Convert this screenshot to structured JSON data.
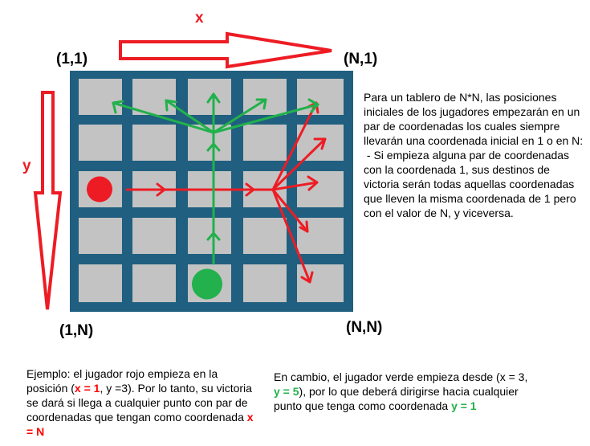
{
  "axes": {
    "x_label": "x",
    "y_label": "y",
    "arrow_color": "#ed1c24"
  },
  "corners": {
    "top_left": "(1,1)",
    "top_right": "(N,1)",
    "bottom_left": "(1,N)",
    "bottom_right": "(N,N)"
  },
  "board": {
    "size": 5,
    "cell_color": "#c3c3c3",
    "grid_color": "#205f7f"
  },
  "players": {
    "red": {
      "x": 1,
      "y": 3,
      "color": "#ed1c24"
    },
    "green": {
      "x": 3,
      "y": 5,
      "color": "#22b14c"
    }
  },
  "description": {
    "para1": "Para un tablero de N*N, las posiciones iniciales de los jugadores empezarán en un par de coordenadas los cuales siempre llevarán una coordenada inicial en 1 o en N:",
    "para2": " - Si empieza alguna par de coordenadas con la coordenada 1, sus destinos de victoria serán todas aquellas coordenadas que lleven la misma coordenada de 1 pero con el valor de N, y viceversa."
  },
  "example_red": {
    "part1": "Ejemplo: el jugador rojo empieza en la posición (",
    "hl1": "x = 1",
    "part2": ", y =3). Por lo tanto, su victoria se dará si llega a cualquier punto con par de coordenadas que tengan como coordenada ",
    "hl2": "x = N"
  },
  "example_green": {
    "part1": "En cambio, el jugador verde empieza desde (x = 3, ",
    "hl1": "y = 5",
    "part2": "), por lo que deberá dirigirse hacia cualquier punto que tenga como coordenada ",
    "hl2": "y = 1"
  }
}
